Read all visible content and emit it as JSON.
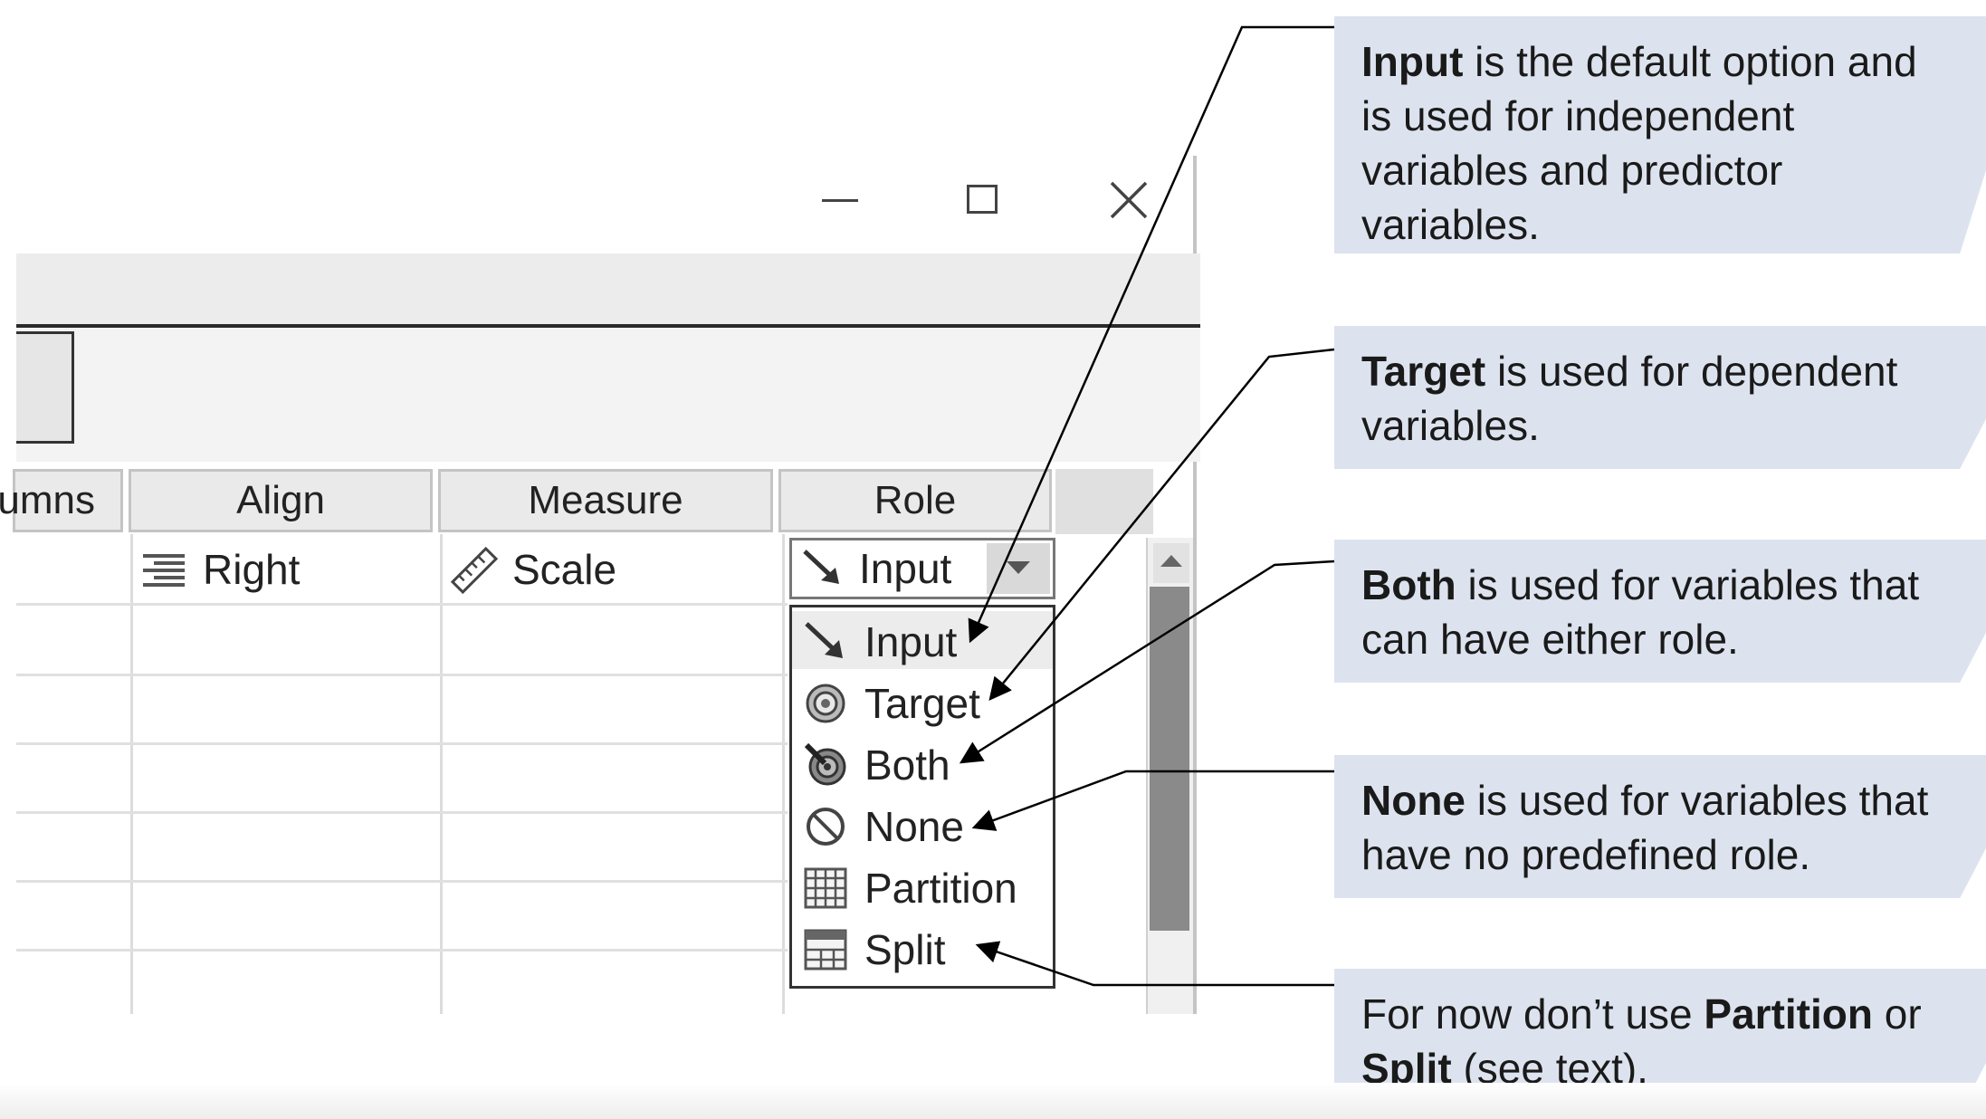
{
  "window": {
    "minimize_icon": "minimize-icon",
    "maximize_icon": "maximize-icon",
    "close_icon": "close-icon"
  },
  "grid": {
    "columns": [
      "umns",
      "Align",
      "Measure",
      "Role"
    ],
    "row": {
      "align": {
        "icon": "align-right-icon",
        "value": "Right"
      },
      "measure": {
        "icon": "ruler-icon",
        "value": "Scale"
      },
      "role": {
        "icon": "input-arrow-icon",
        "value": "Input"
      }
    }
  },
  "role_options": [
    {
      "label": "Input",
      "icon": "input-arrow-icon",
      "selected": true
    },
    {
      "label": "Target",
      "icon": "target-icon",
      "selected": false
    },
    {
      "label": "Both",
      "icon": "both-icon",
      "selected": false
    },
    {
      "label": "None",
      "icon": "none-icon",
      "selected": false
    },
    {
      "label": "Partition",
      "icon": "partition-icon",
      "selected": false
    },
    {
      "label": "Split",
      "icon": "split-icon",
      "selected": false
    }
  ],
  "callouts": {
    "input": {
      "bold": "Input",
      "text": " is the default option and is used for independent variables and predictor variables."
    },
    "target": {
      "bold": "Target",
      "text": " is used for dependent variables."
    },
    "both": {
      "bold": "Both",
      "text": " is used for variables that can have either role."
    },
    "none": {
      "bold": "None",
      "text": " is used for variables that have no predefined role."
    },
    "partition_split": {
      "pre": "For now don’t use ",
      "bold1": "Partition",
      "mid": " or ",
      "bold2": "Split",
      "post": " (see text)."
    }
  },
  "colors": {
    "callout_bg": "#dde3ee",
    "header_bg": "#eaeaea",
    "scroll_thumb": "#8a8a8a"
  }
}
